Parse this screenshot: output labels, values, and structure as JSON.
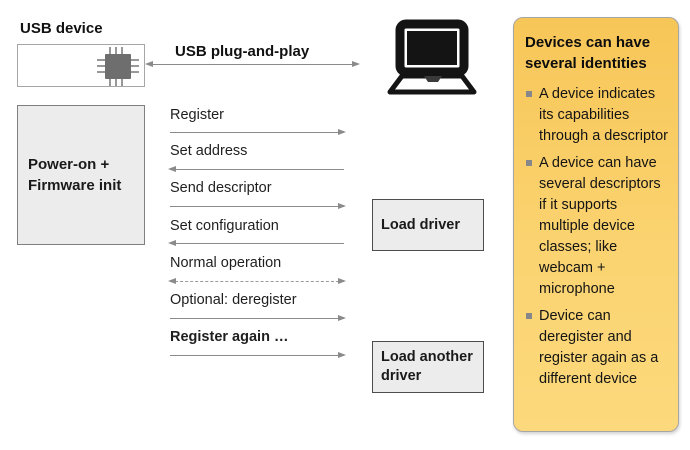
{
  "device": {
    "heading": "USB device",
    "power_box": {
      "line1": "Power-on +",
      "line2": "Firmware init"
    }
  },
  "connection": {
    "label": "USB plug-and-play",
    "direction": "both"
  },
  "flow": {
    "steps": [
      {
        "label": "Register",
        "direction": "right"
      },
      {
        "label": "Set address",
        "direction": "left"
      },
      {
        "label": "Send descriptor",
        "direction": "right"
      },
      {
        "label": "Set configuration",
        "direction": "left"
      },
      {
        "label": "Normal operation",
        "direction": "both",
        "line_style": "dashed"
      },
      {
        "label": "Optional: deregister",
        "direction": "right"
      },
      {
        "label": "Register again …",
        "direction": "right",
        "emphasis": "bold"
      }
    ]
  },
  "host": {
    "load_driver": "Load driver",
    "load_another_driver": "Load another driver"
  },
  "side_panel": {
    "title": "Devices can have several identities",
    "bullets": [
      "A device indicates its capabilities through a descriptor",
      "A device can have several descriptors if it supports multiple device classes; like webcam + microphone",
      "Device can deregister and register again as a different device"
    ],
    "colors": {
      "background_top": "#F7C658",
      "background_bottom": "#FCD97C",
      "border": "#A6A6A6",
      "bullet_marker": "#85878A"
    }
  },
  "icons": {
    "laptop": "laptop-icon",
    "chip": "microchip-icon"
  },
  "colors": {
    "arrow": "#8A8A8A",
    "box_fill": "#ECECEC",
    "box_border": "#7F7F7F",
    "text": "#1A1A1A"
  }
}
